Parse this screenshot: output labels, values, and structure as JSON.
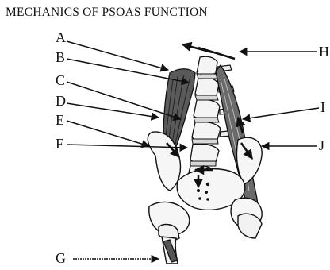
{
  "title": "MECHANICS OF PSOAS FUNCTION",
  "labels": {
    "A": "A",
    "B": "B",
    "C": "C",
    "D": "D",
    "E": "E",
    "F": "F",
    "G": "G",
    "H": "H",
    "I": "I",
    "J": "J"
  }
}
